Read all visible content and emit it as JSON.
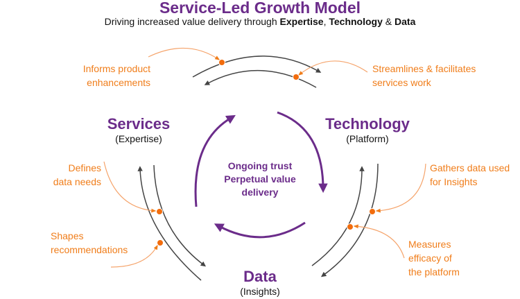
{
  "title": "Service-Led Growth Model",
  "subtitle": {
    "prefix": "Driving increased value delivery through ",
    "expertise": "Expertise",
    "comma": ", ",
    "technology": "Technology",
    "amp": " & ",
    "data": "Data"
  },
  "nodes": {
    "services": {
      "label": "Services",
      "sub": "(Expertise)"
    },
    "technology": {
      "label": "Technology",
      "sub": "(Platform)"
    },
    "data": {
      "label": "Data",
      "sub": "(Insights)"
    }
  },
  "center": {
    "line1": "Ongoing trust",
    "line2": "Perpetual value",
    "line3": "delivery"
  },
  "annotations": {
    "informs": [
      "Informs product",
      "enhancements"
    ],
    "streamlines": [
      "Streamlines & facilitates",
      "services work"
    ],
    "defines": [
      "Defines",
      "data needs"
    ],
    "shapes": [
      "Shapes",
      "recommendations"
    ],
    "gathers": [
      "Gathers data used",
      "for Insights"
    ],
    "measures": [
      "Measures",
      "efficacy of",
      "the platform"
    ]
  },
  "colors": {
    "purple": "#6b2c8a",
    "orange": "#f07d1a",
    "arrow": "#444444"
  }
}
